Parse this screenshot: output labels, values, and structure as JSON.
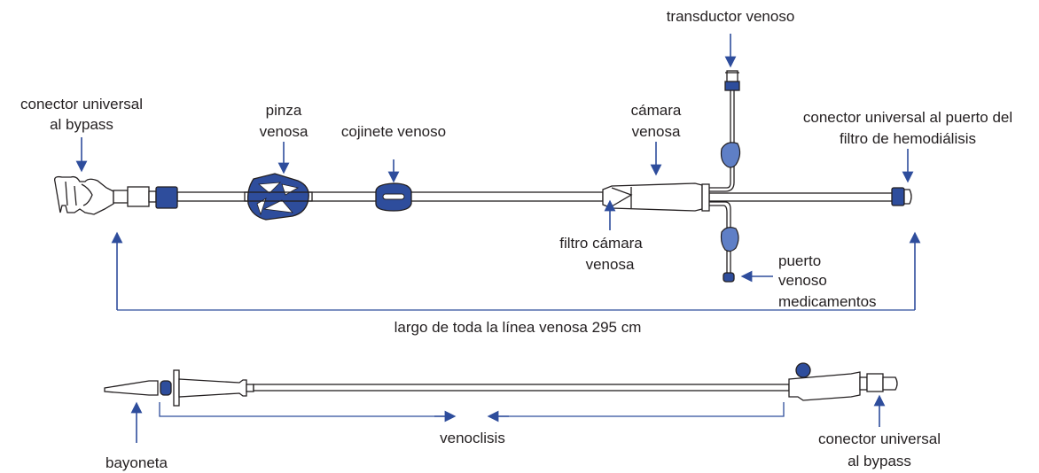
{
  "labels": {
    "transductor": "transductor venoso",
    "conector_bypass_top_1": "conector universal",
    "conector_bypass_top_2": "al bypass",
    "pinza_1": "pinza",
    "pinza_2": "venosa",
    "cojinete": "cojinete venoso",
    "camara_1": "cámara",
    "camara_2": "venosa",
    "conector_puerto_1": "conector universal al puerto del",
    "conector_puerto_2": "filtro de hemodiálisis",
    "filtro_1": "filtro cámara",
    "filtro_2": "venosa",
    "puerto_1": "puerto",
    "puerto_2": "venoso",
    "puerto_3": "medicamentos",
    "largo": "largo de toda la línea venosa 295 cm",
    "venoclisis": "venoclisis",
    "bayoneta": "bayoneta",
    "conector_bypass_bottom_1": "conector universal",
    "conector_bypass_bottom_2": "al bypass"
  },
  "colors": {
    "accent": "#2e4d9c",
    "accent_light": "#5f7fc6",
    "line": "#231f20",
    "text": "#231f20"
  }
}
